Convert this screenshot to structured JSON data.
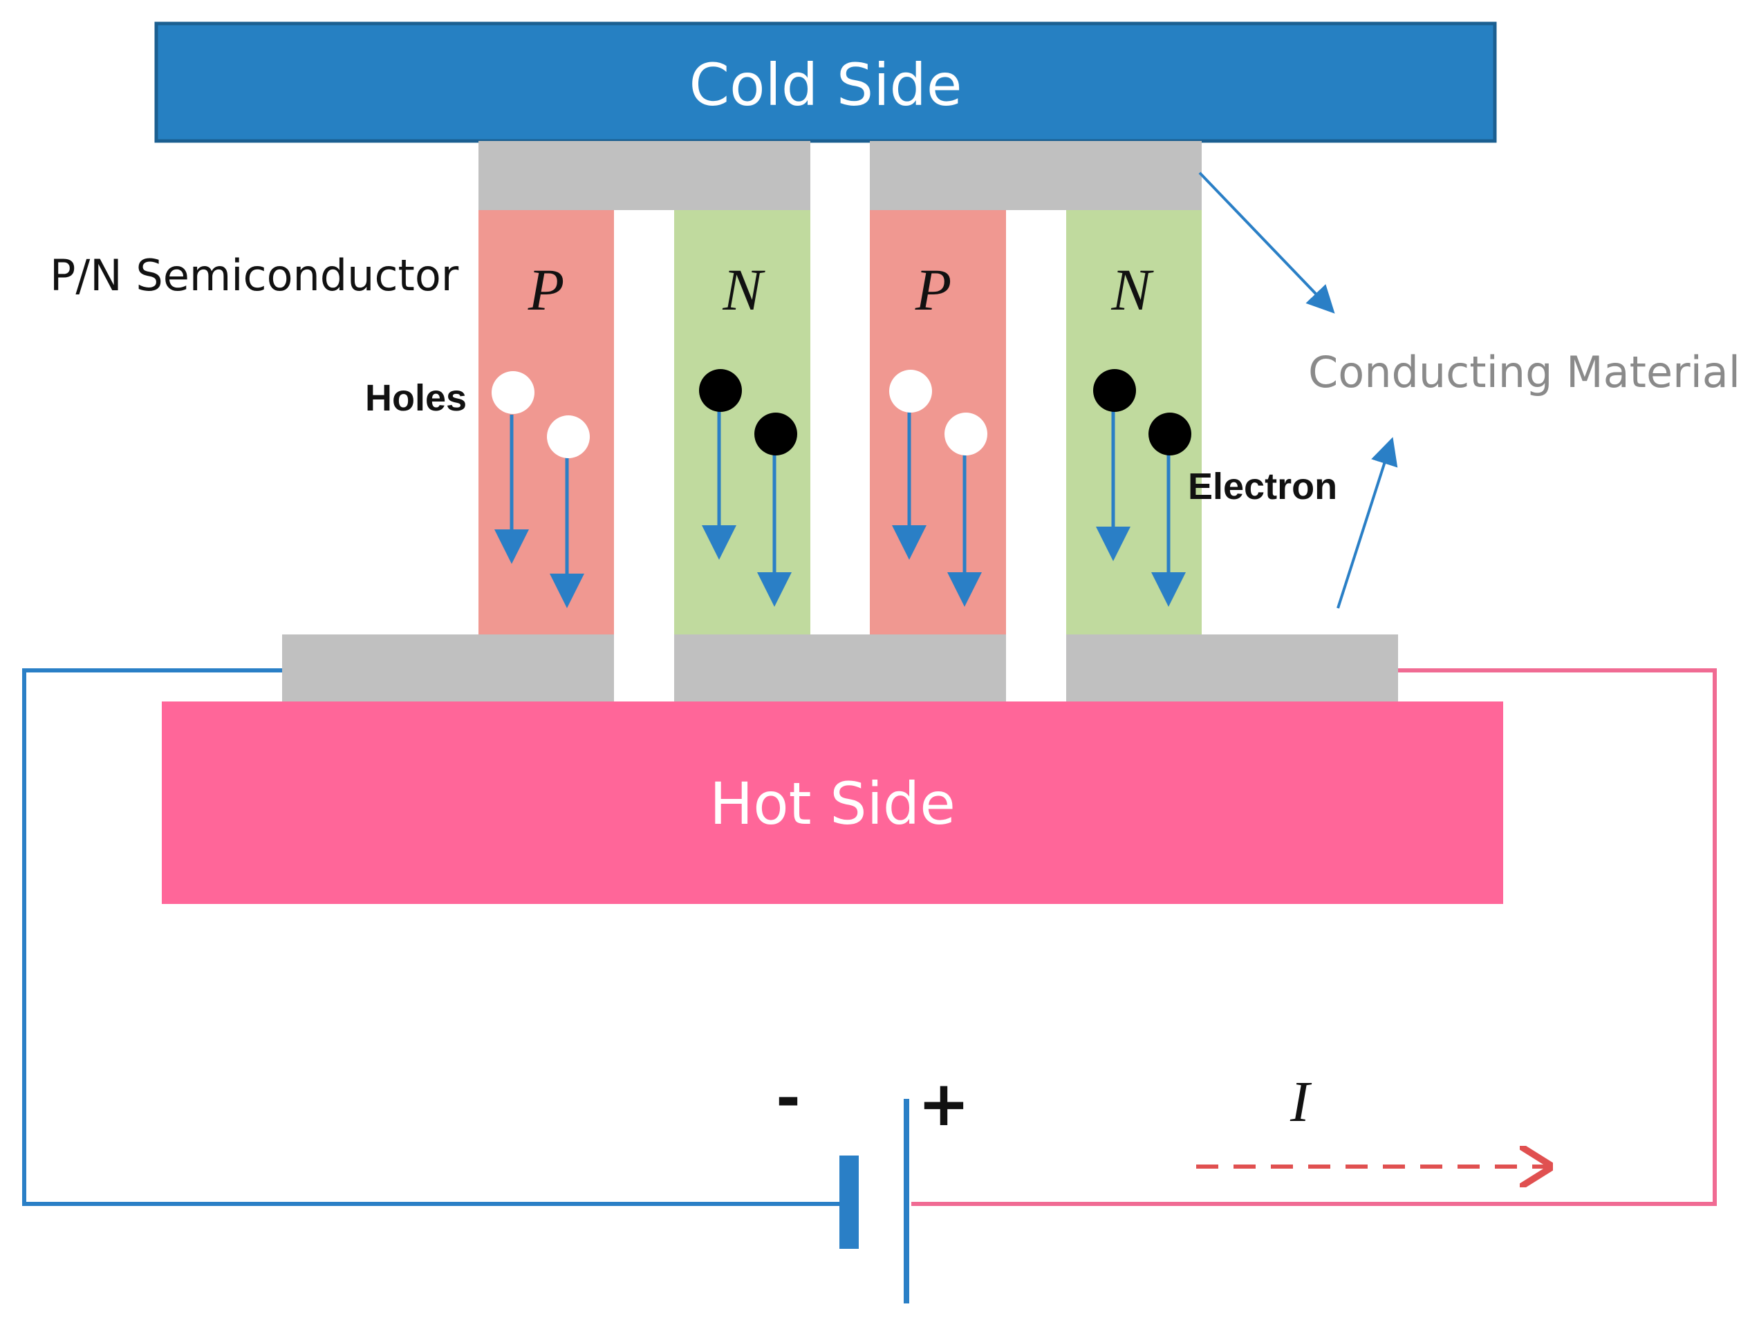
{
  "labels": {
    "cold_side": "Cold Side",
    "hot_side": "Hot Side",
    "semiconductor": "P/N Semiconductor",
    "conducting_material": "Conducting Material",
    "holes": "Holes",
    "electron": "Electron",
    "minus": "-",
    "plus": "+",
    "current": "I"
  },
  "legs": [
    {
      "label": "P",
      "type": "p"
    },
    {
      "label": "N",
      "type": "n"
    },
    {
      "label": "P",
      "type": "p"
    },
    {
      "label": "N",
      "type": "n"
    }
  ],
  "colors": {
    "cold_side": "#2680c2",
    "cold_side_border": "#1b5f91",
    "hot_side": "#ff6699",
    "p_type": "#f09891",
    "n_type": "#c0da9e",
    "conductor": "#c0c0c0",
    "wire_negative": "#2a7fc6",
    "wire_positive": "#f06b93",
    "carrier_arrow": "#2a7fc6",
    "current_arrow": "#e05050",
    "hole": "#ffffff",
    "electron": "#000000",
    "conducting_label": "#8a8a8a"
  }
}
